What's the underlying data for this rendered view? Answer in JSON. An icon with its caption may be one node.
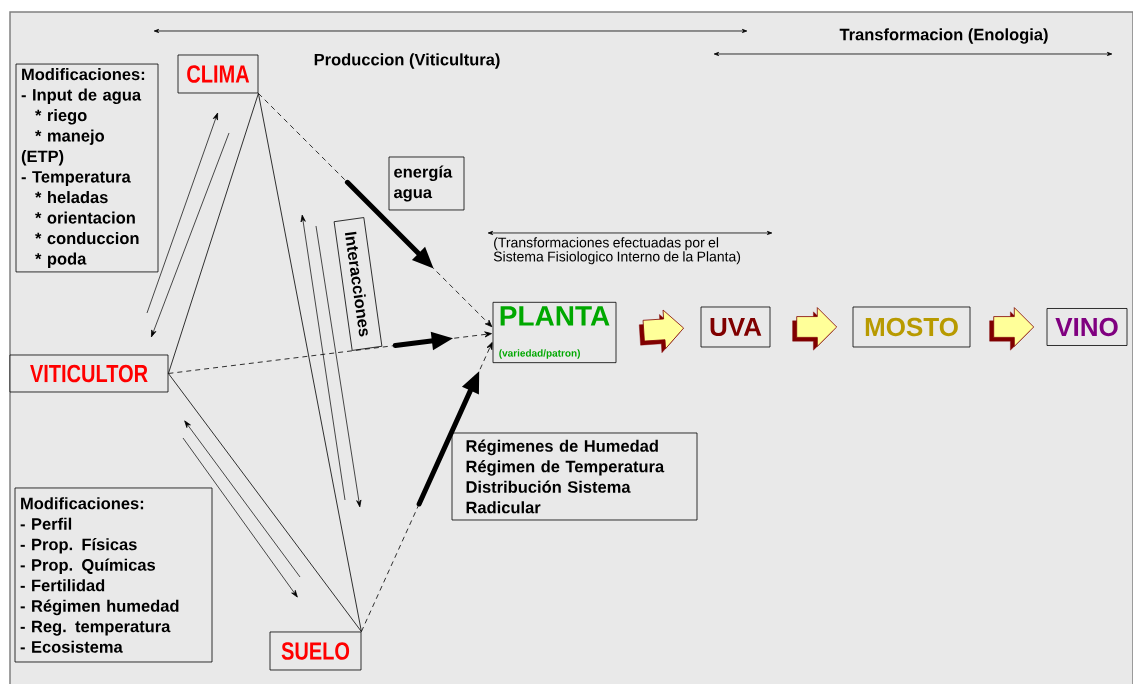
{
  "diagram": {
    "nodes": [
      {
        "text": [
          "CLIMA"
        ]
      },
      {
        "text": [
          "Modificaciones:",
          "- Input de agua",
          "* riego",
          "* manejo (ETP)",
          "- Temperatura",
          "* heladas",
          "* orientacion",
          "* conduccion",
          "* poda"
        ]
      },
      {
        "text": [
          "energía agua"
        ]
      },
      {
        "text": [
          "Interacciones"
        ]
      },
      {
        "text": [
          "PLANTA",
          "(variedad/patron)"
        ]
      },
      {
        "text": [
          "UVA"
        ]
      },
      {
        "text": [
          "MOSTO"
        ]
      },
      {
        "text": [
          "VINO"
        ]
      },
      {
        "text": [
          "VITICULTOR"
        ]
      },
      {
        "text": [
          "Régimenes de Humedad",
          "Régimen de Temperatura",
          "Distribución Sistema Radicular"
        ]
      },
      {
        "text": [
          "Modificaciones:",
          "- Perfil",
          "- Prop. Físicas",
          "- Prop. Químicas",
          "- Fertilidad",
          "- Régimen humedad",
          "- Reg. temperatura",
          "- Ecosistema"
        ]
      },
      {
        "text": [
          "SUELO"
        ]
      }
    ],
    "edges": [
      {
        "from": 0,
        "to": 8,
        "arrow": "none"
      },
      {
        "from": 0,
        "to": 11,
        "arrow": "none"
      },
      {
        "from": 8,
        "to": 11,
        "arrow": "none"
      },
      {
        "from": 0,
        "to": 4,
        "arrow": "to",
        "style": "dashed"
      },
      {
        "from": 8,
        "to": 4,
        "arrow": "to",
        "style": "dashed"
      },
      {
        "from": 11,
        "to": 4,
        "arrow": "to",
        "style": "dashed"
      },
      {
        "from": 4,
        "to": 5,
        "arrow": "to"
      },
      {
        "from": 5,
        "to": 6,
        "arrow": "to"
      },
      {
        "from": 6,
        "to": 7,
        "arrow": "to"
      }
    ],
    "labels": [
      "Transformacion (Enologia)",
      "Produccion (Viticultura)",
      "(Transformaciones efectuadas por el Sistema Fisiologico Interno de la Planta)"
    ]
  }
}
